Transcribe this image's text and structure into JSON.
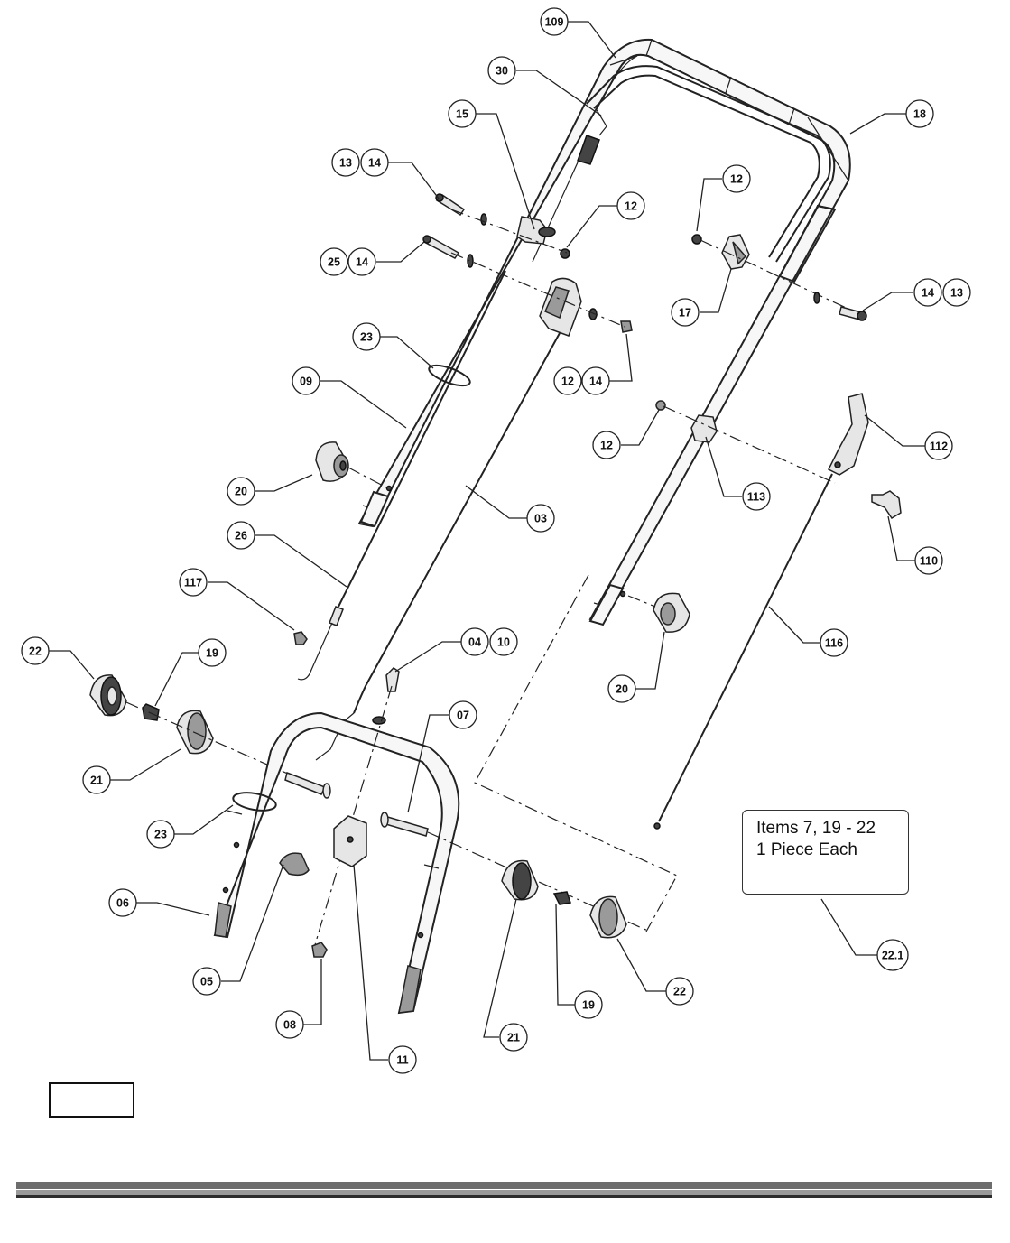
{
  "diagram": {
    "callouts": [
      {
        "id": "c-109",
        "label": "109"
      },
      {
        "id": "c-30",
        "label": "30"
      },
      {
        "id": "c-18",
        "label": "18"
      },
      {
        "id": "c-15",
        "label": "15"
      },
      {
        "id": "c-13a",
        "label": "13"
      },
      {
        "id": "c-14a",
        "label": "14"
      },
      {
        "id": "c-12a",
        "label": "12"
      },
      {
        "id": "c-12b",
        "label": "12"
      },
      {
        "id": "c-25",
        "label": "25"
      },
      {
        "id": "c-14b",
        "label": "14"
      },
      {
        "id": "c-17",
        "label": "17"
      },
      {
        "id": "c-14c",
        "label": "14"
      },
      {
        "id": "c-13b",
        "label": "13"
      },
      {
        "id": "c-23a",
        "label": "23"
      },
      {
        "id": "c-12c",
        "label": "12"
      },
      {
        "id": "c-14d",
        "label": "14"
      },
      {
        "id": "c-09",
        "label": "09"
      },
      {
        "id": "c-12d",
        "label": "12"
      },
      {
        "id": "c-112",
        "label": "112"
      },
      {
        "id": "c-113",
        "label": "113"
      },
      {
        "id": "c-20a",
        "label": "20"
      },
      {
        "id": "c-03",
        "label": "03"
      },
      {
        "id": "c-26",
        "label": "26"
      },
      {
        "id": "c-110",
        "label": "110"
      },
      {
        "id": "c-117",
        "label": "117"
      },
      {
        "id": "c-116",
        "label": "116"
      },
      {
        "id": "c-22a",
        "label": "22"
      },
      {
        "id": "c-19a",
        "label": "19"
      },
      {
        "id": "c-04",
        "label": "04"
      },
      {
        "id": "c-10",
        "label": "10"
      },
      {
        "id": "c-20b",
        "label": "20"
      },
      {
        "id": "c-07",
        "label": "07"
      },
      {
        "id": "c-21a",
        "label": "21"
      },
      {
        "id": "c-23b",
        "label": "23"
      },
      {
        "id": "c-06",
        "label": "06"
      },
      {
        "id": "c-22-1",
        "label": "22.1"
      },
      {
        "id": "c-05",
        "label": "05"
      },
      {
        "id": "c-22b",
        "label": "22"
      },
      {
        "id": "c-08",
        "label": "08"
      },
      {
        "id": "c-19b",
        "label": "19"
      },
      {
        "id": "c-21b",
        "label": "21"
      },
      {
        "id": "c-11",
        "label": "11"
      }
    ],
    "note": {
      "line1": "Items 7, 19 - 22",
      "line2": "1 Piece Each"
    }
  }
}
